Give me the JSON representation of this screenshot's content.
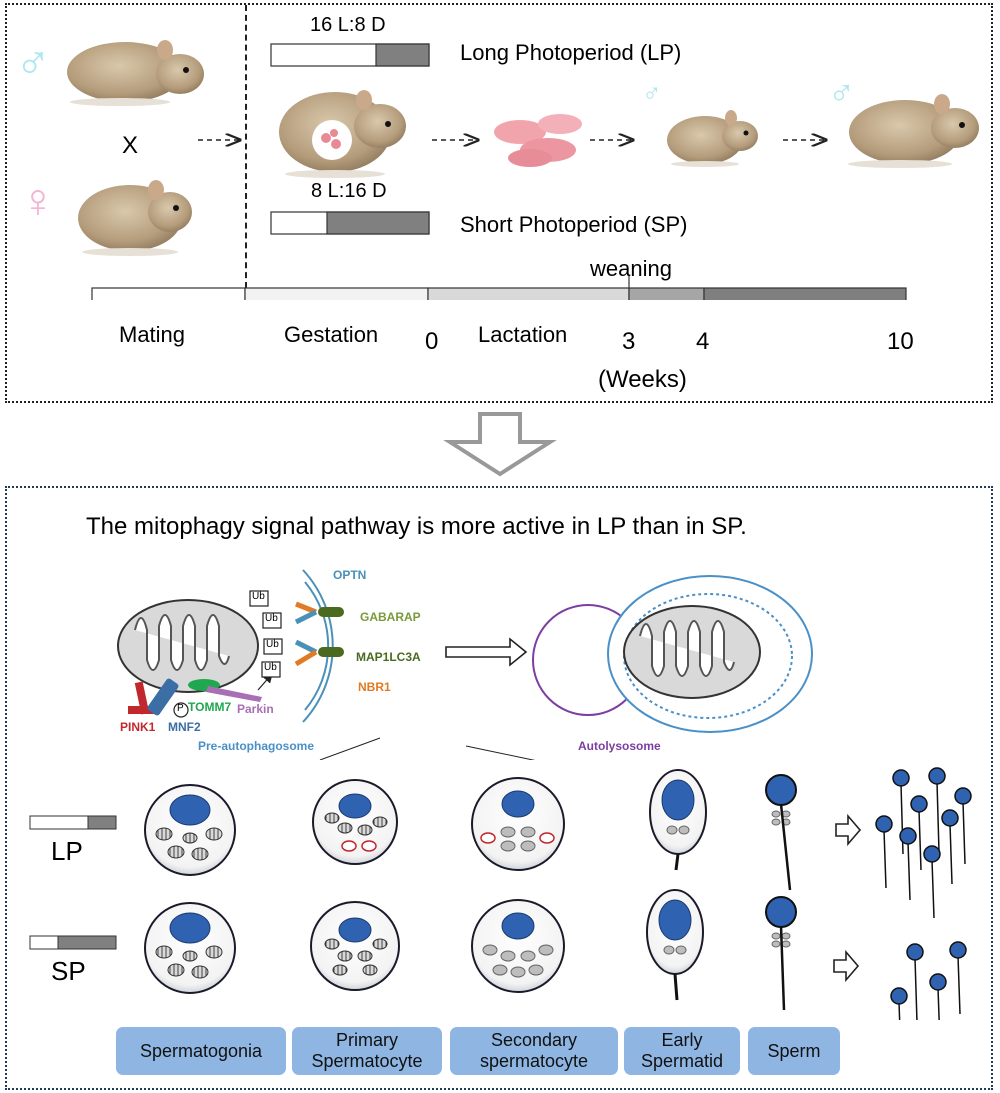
{
  "top": {
    "male_symbol": "♂",
    "female_symbol": "♀",
    "cross": "X",
    "lp_schedule": "16 L:8 D",
    "lp_name": "Long Photoperiod (LP)",
    "sp_schedule": "8 L:16 D",
    "sp_name": "Short Photoperiod (SP)",
    "weaning": "weaning",
    "phases": [
      "Mating",
      "Gestation",
      "Lactation"
    ],
    "ticks": [
      "0",
      "3",
      "4",
      "10"
    ],
    "unit": "(Weeks)"
  },
  "bottom": {
    "title": "The mitophagy signal pathway is more active in LP than in SP.",
    "ub": [
      "Ub",
      "Ub",
      "Ub",
      "Ub"
    ],
    "proteins": {
      "optn": "OPTN",
      "gabarap": "GABARAP",
      "map1lc3a": "MAP1LC3A",
      "nbr1": "NBR1",
      "tomm7": "TOMM7",
      "parkin": "Parkin",
      "pink1": "PINK1",
      "mnf2": "MNF2",
      "p": "P"
    },
    "pre_autophagosome": "Pre-autophagosome",
    "autolysosome": "Autolysosome",
    "lp_label": "LP",
    "sp_label": "SP",
    "stages": [
      "Spermatogonia",
      "Primary\nSpermatocyte",
      "Secondary\nspermatocyte",
      "Early\nSpermatid",
      "Sperm"
    ]
  },
  "colors": {
    "pink1": "#c0282d",
    "mnf2": "#3a6ea5",
    "tomm7": "#1fa84f",
    "parkin": "#a86fb5",
    "optn": "#4a90b8",
    "gabarap": "#7a9a3a",
    "map1lc3a": "#4a6a20",
    "nbr1": "#e07b24",
    "pre_autophagosome": "#4a90c8",
    "autolysosome": "#7b3fa0",
    "nucleus": "#2f62b0",
    "stage_box": "#8fb6e3"
  }
}
